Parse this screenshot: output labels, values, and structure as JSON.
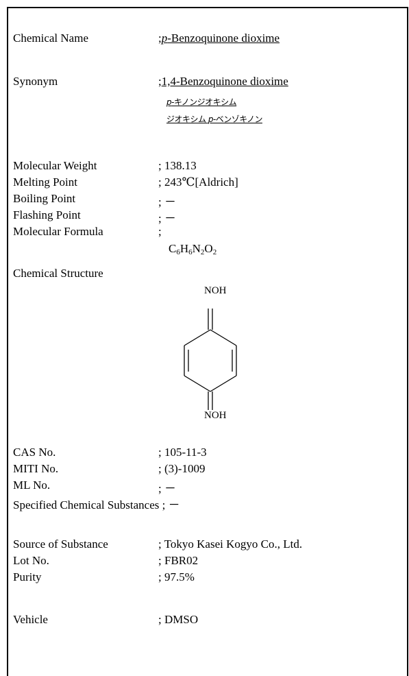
{
  "record": {
    "chemical_name": {
      "label": "Chemical Name",
      "sep": ";",
      "italic_prefix": "p",
      "name": "-Benzoquinone dioxime"
    },
    "synonym": {
      "label": "Synonym",
      "sep": ";",
      "line1": "1,4-Benzoquinone dioxime",
      "line2_prefix": "p",
      "line2_rest": "-キノンジオキシム",
      "line3_start": "ジオキシム ",
      "line3_prefix": "p",
      "line3_rest": "-ベンゾキノン"
    },
    "molecular_weight": {
      "label": "Molecular Weight",
      "sep": ";",
      "value": "138.13"
    },
    "melting_point": {
      "label": "Melting Point",
      "sep": ";",
      "value": "243℃[Aldrich]"
    },
    "boiling_point": {
      "label": "Boiling Point",
      "sep": ";",
      "value": "－"
    },
    "flashing_point": {
      "label": "Flashing Point",
      "sep": ";",
      "value": "－"
    },
    "molecular_formula": {
      "label": "Molecular Formula",
      "sep": ";",
      "c": "C",
      "c_n": "6",
      "h": "H",
      "h_n": "6",
      "n": "N",
      "n_n": "2",
      "o": "O",
      "o_n": "2"
    },
    "chemical_structure": {
      "label": "Chemical Structure",
      "top_group": "NOH",
      "bottom_group": "NOH"
    },
    "cas_no": {
      "label": "CAS No.",
      "sep": ";",
      "value": "105-11-3"
    },
    "miti_no": {
      "label": "MITI No.",
      "sep": ";",
      "value": "(3)-1009"
    },
    "ml_no": {
      "label": "ML No.",
      "sep": ";",
      "value": "－"
    },
    "specified": {
      "label": "Specified Chemical Substances",
      "sep": ";",
      "value": "－"
    },
    "source": {
      "label": "Source of Substance",
      "sep": ";",
      "value": "Tokyo Kasei Kogyo Co., Ltd."
    },
    "lot_no": {
      "label": "Lot No.",
      "sep": ";",
      "value": "FBR02"
    },
    "purity": {
      "label": "Purity",
      "sep": ";",
      "value": "97.5%"
    },
    "vehicle": {
      "label": "Vehicle",
      "sep": ";",
      "value": "DMSO"
    }
  }
}
